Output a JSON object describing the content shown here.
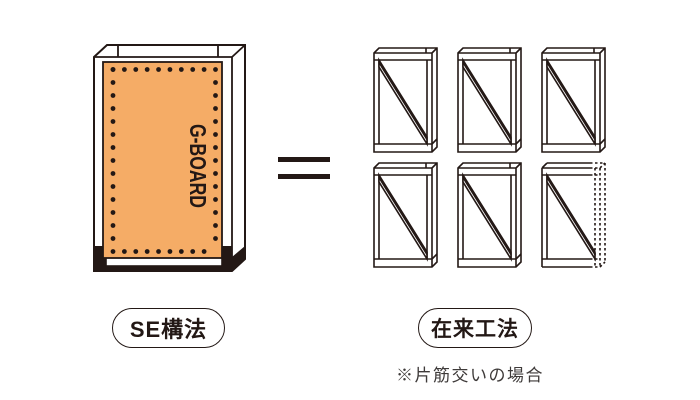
{
  "diagram": {
    "left_panel": {
      "board_label": "G-BOARD",
      "method_label": "SE構法"
    },
    "equals_symbol": "=",
    "right_panel": {
      "method_label": "在来工法",
      "note": "※片筋交いの場合",
      "frame_count": 6
    },
    "colors": {
      "board_orange": "#F5AC66",
      "line_dark": "#231815",
      "note_gray": "#3E3A39"
    }
  }
}
